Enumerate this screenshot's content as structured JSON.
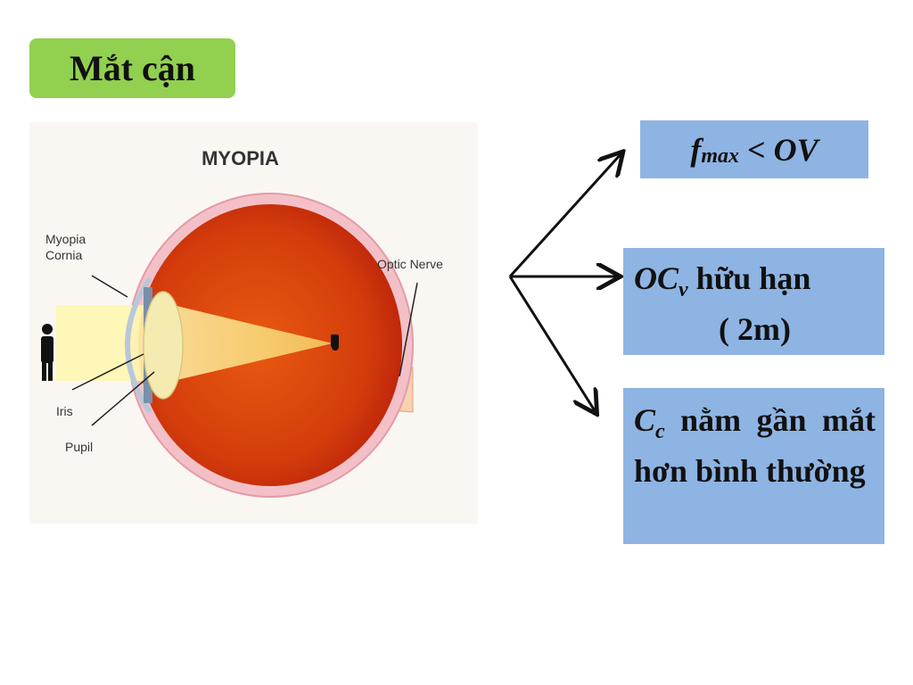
{
  "slide": {
    "title": "Mắt cận"
  },
  "diagram": {
    "title": "MYOPIA",
    "labels": {
      "myopia_cornia_1": "Myopia",
      "myopia_cornia_2": "Cornia",
      "optic_nerve": "Optic Nerve",
      "iris": "Iris",
      "pupil": "Pupil"
    },
    "colors": {
      "eyeball": "#d9480f",
      "sclera": "#f2b8c0",
      "lens": "#f5eab0",
      "light_beam": "#fff3a0"
    }
  },
  "boxes": {
    "box1": {
      "f": "f",
      "sub": "max",
      "op": "<",
      "ov": "OV"
    },
    "box2": {
      "oc": "OC",
      "sub": "v",
      "text1": " hữu hạn",
      "text2": "( 2m)"
    },
    "box3": {
      "c": "C",
      "sub": "c",
      "text": " nằm gần mắt hơn bình thường"
    }
  },
  "colors": {
    "title_bg": "#92d050",
    "box_bg": "#8eb4e3"
  }
}
